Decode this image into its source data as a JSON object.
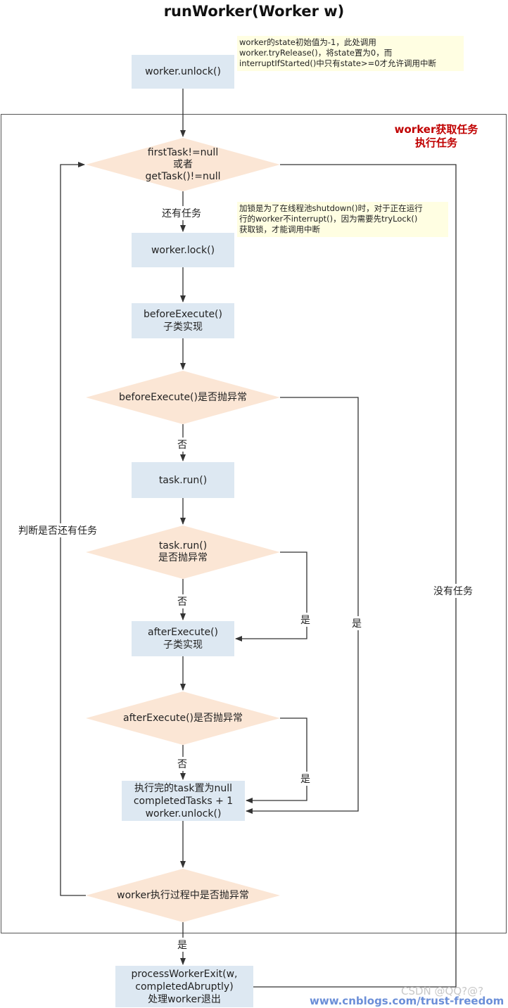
{
  "title": "runWorker(Worker w)",
  "section_label": "worker获取任务\n执行任务",
  "notes": {
    "unlock_note": "worker的state初始值为-1，此处调用\nworker.tryRelease()，将state置为0，而\ninterruptIfStarted()中只有state>=0才允许调用中断",
    "lock_note": "加锁是为了在线程池shutdown()时，对于正在运行\n行的worker不interrupt()，因为需要先tryLock()\n获取锁，才能调用中断"
  },
  "boxes": {
    "unlock_start": "worker.unlock()",
    "lock": "worker.lock()",
    "before_execute": "beforeExecute()\n子类实现",
    "task_run": "task.run()",
    "after_execute": "afterExecute()\n子类实现",
    "finish": "执行完的task置为null\ncompletedTasks + 1\nworker.unlock()",
    "process_exit": "processWorkerExit(w,\ncompletedAbruptly)\n处理worker退出"
  },
  "decisions": {
    "has_task": "firstTask!=null\n或者\ngetTask()!=null",
    "before_throws": "beforeExecute()是否抛异常",
    "run_throws": "task.run()\n是否抛异常",
    "after_throws": "afterExecute()是否抛异常",
    "worker_throws": "worker执行过程中是否抛异常"
  },
  "edge_labels": {
    "has_task_yes": "还有任务",
    "no_task": "没有任务",
    "loop_back": "判断是否还有任务",
    "before_no": "否",
    "before_yes": "是",
    "run_no": "否",
    "run_yes": "是",
    "after_no": "否",
    "after_yes": "是",
    "worker_yes": "是"
  },
  "watermarks": {
    "csdn": "CSDN @QQ?@?",
    "cnblogs": "www.cnblogs.com/trust-freedom"
  },
  "colors": {
    "box_fill": "#dde8f2",
    "diamond_fill": "#fbe6d5",
    "note_fill": "#fffee2",
    "line": "#333333",
    "section_label": "#c00000"
  }
}
